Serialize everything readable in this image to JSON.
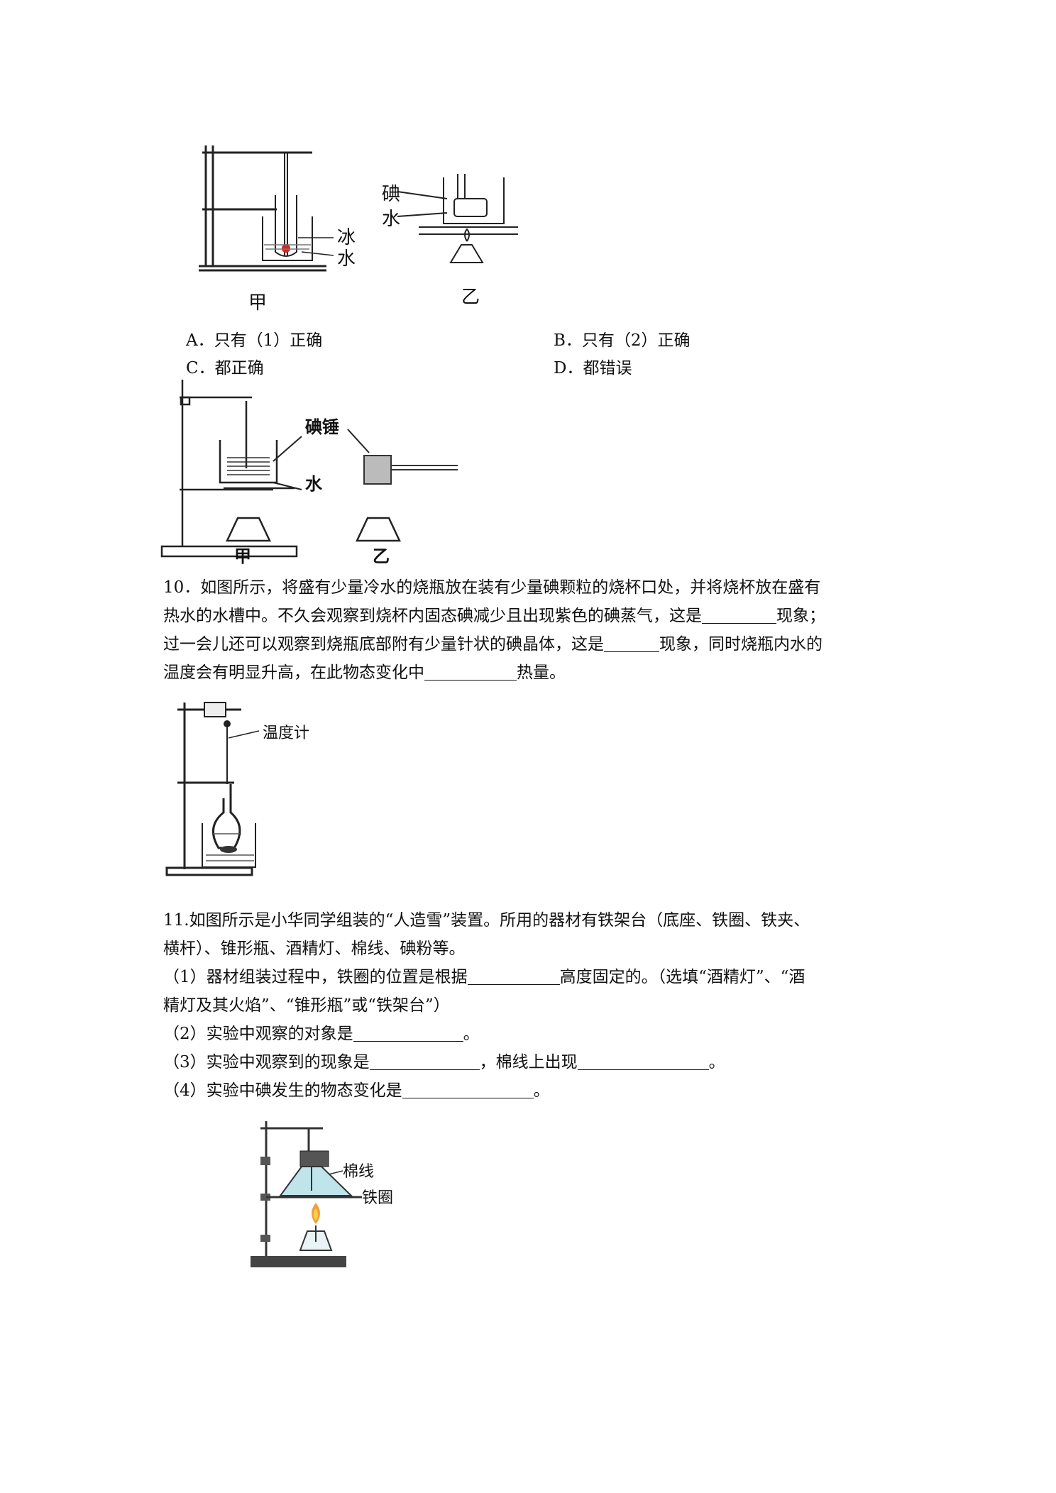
{
  "figure_q9": {
    "left_label": "甲",
    "right_label": "乙",
    "ice_label": "冰",
    "water_label": "水",
    "iodine_label": "碘",
    "water2_label": "水"
  },
  "q9_options": {
    "a": "A．只有（1）正确",
    "b": "B．只有（2）正确",
    "c": "C．都正确",
    "d": "D．都错误"
  },
  "figure_iodine_hammer": {
    "hammer_label": "碘锤",
    "water_label": "水",
    "left_label": "甲",
    "right_label": "乙"
  },
  "q10": {
    "line1": "10．如图所示，将盛有少量冷水的烧瓶放在装有少量碘颗粒的烧杯口处，并将烧杯放在盛有",
    "line2a": "热水的水槽中。不久会观察到烧杯内固态碘减少且出现紫色的碘蒸气，这是",
    "line2b": "现象；",
    "line3a": "过一会儿还可以观察到烧瓶底部附有少量针状的碘晶体，这是",
    "line3b": "现象，同时烧瓶内水的",
    "line4a": "温度会有明显升高，在此物态变化中",
    "line4b": "热量。"
  },
  "figure_q10": {
    "thermometer_label": "温度计"
  },
  "q11": {
    "line1": "11.如图所示是小华同学组装的“人造雪”装置。所用的器材有铁架台（底座、铁圈、铁夹、",
    "line2": "横杆）、锥形瓶、酒精灯、棉线、碘粉等。",
    "p1a": "（1）器材组装过程中，铁圈的位置是根据",
    "p1b": "高度固定的。（选填“酒精灯”、“酒",
    "p1c": "精灯及其火焰”、“锥形瓶”或“铁架台”）",
    "p2a": "（2）实验中观察的对象是",
    "p2b": "。",
    "p3a": "（3）实验中观察到的现象是",
    "p3b": "，棉线上出现",
    "p3c": "。",
    "p4a": "（4）实验中碘发生的物态变化是",
    "p4b": "。"
  },
  "figure_q11": {
    "cotton_label": "棉线",
    "ring_label": "铁圈"
  }
}
